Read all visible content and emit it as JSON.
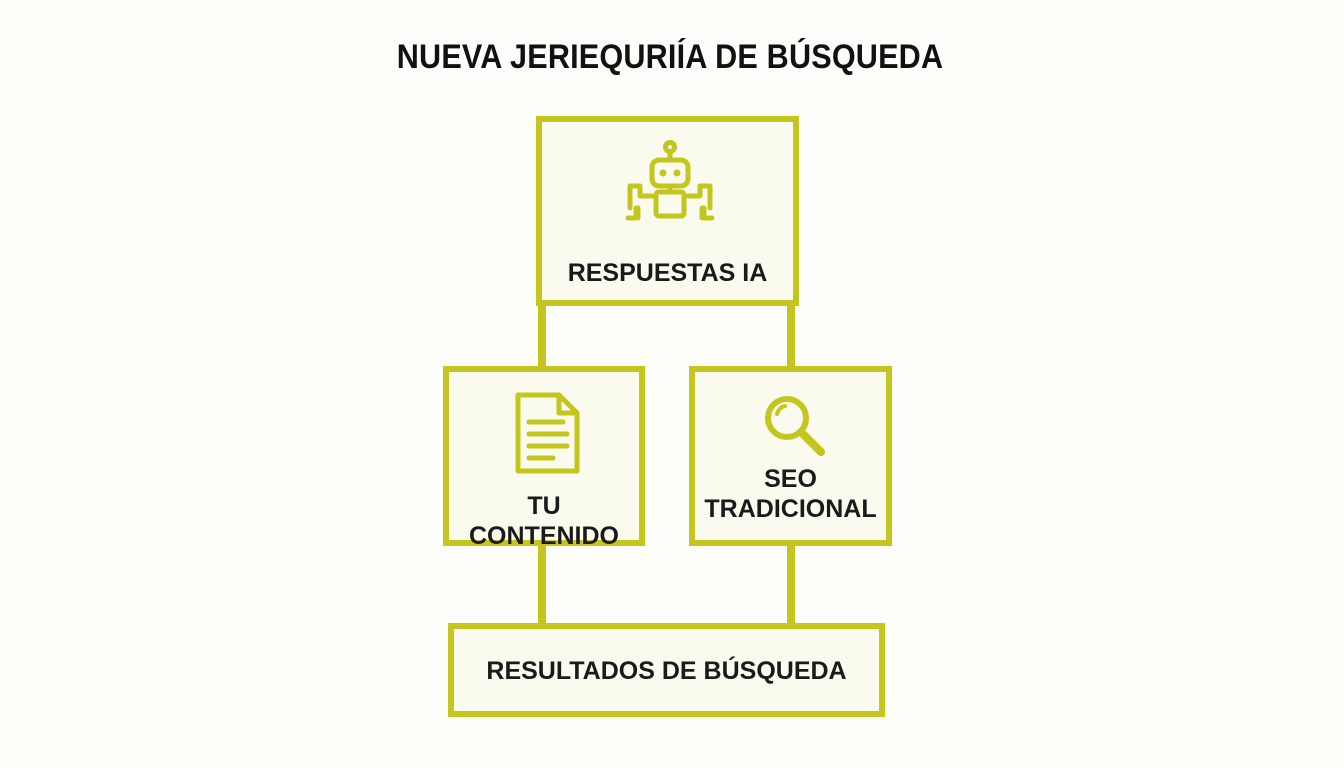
{
  "title": "NUEVA JERIEQURIÍA DE BÚSQUEDA",
  "colors": {
    "accent": "#c4c61d",
    "box_fill": "#fbfaee",
    "text": "#1a1a1a",
    "background": "#fdfdfa"
  },
  "nodes": {
    "top": {
      "label": "RESPUESTAS IA",
      "icon": "robot-icon"
    },
    "left": {
      "label": "TU CONTENIDO",
      "icon": "document-icon"
    },
    "right": {
      "label_line1": "SEO",
      "label_line2": "TRADICIONAL",
      "icon": "magnifier-icon"
    },
    "bottom": {
      "label": "RESULTADOS DE BÚSQUEDA"
    }
  }
}
